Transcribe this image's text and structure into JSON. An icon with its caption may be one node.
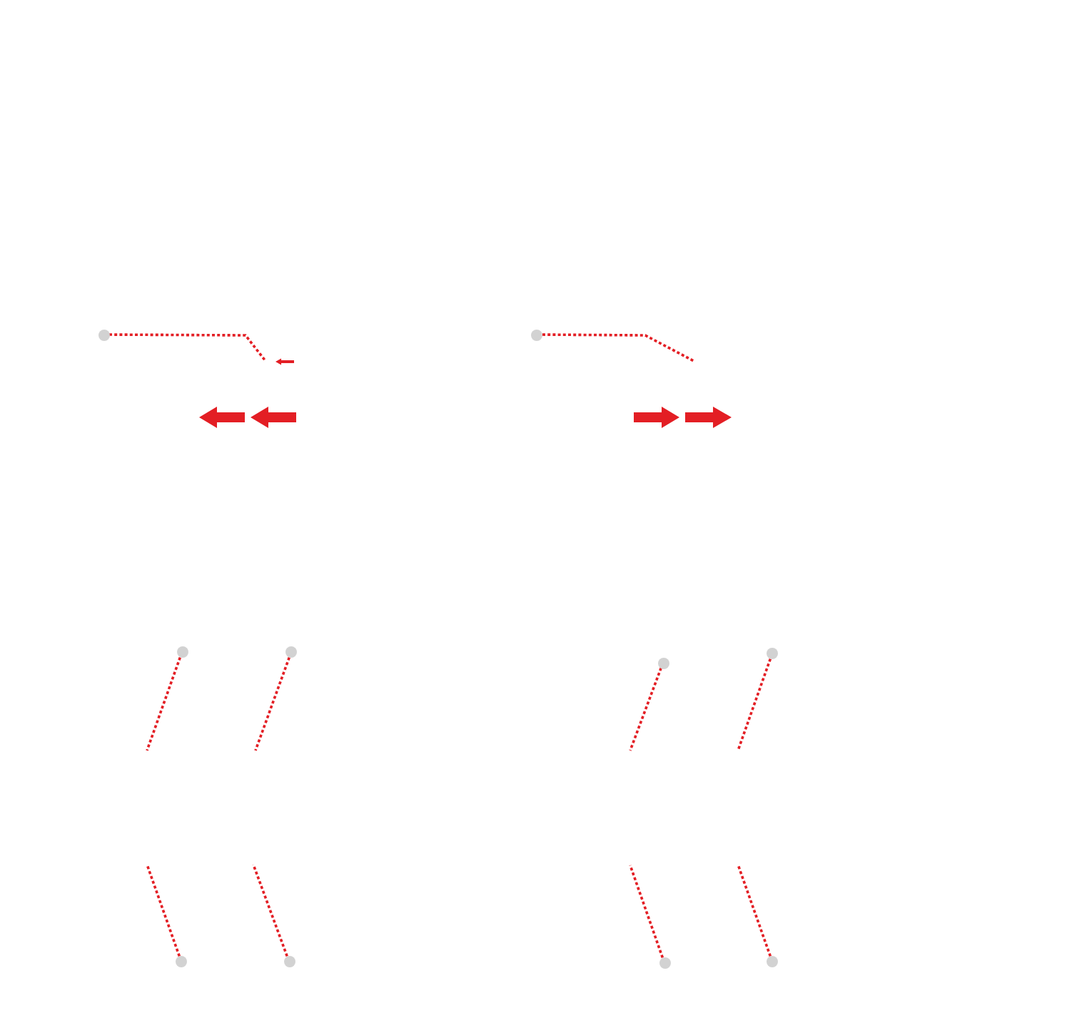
{
  "diagram": {
    "nodes": [
      {
        "text": [],
        "shape": "circle"
      },
      {
        "text": [],
        "shape": "circle"
      },
      {
        "text": [],
        "shape": "circle"
      },
      {
        "text": [],
        "shape": "circle"
      },
      {
        "text": [],
        "shape": "circle"
      },
      {
        "text": [],
        "shape": "circle"
      },
      {
        "text": [],
        "shape": "circle"
      },
      {
        "text": [],
        "shape": "circle"
      },
      {
        "text": [],
        "shape": "circle"
      },
      {
        "text": [],
        "shape": "circle"
      }
    ],
    "edges": [
      {
        "from": 0,
        "to": null,
        "arrow": "none"
      },
      {
        "from": 1,
        "to": null,
        "arrow": "none"
      },
      {
        "from": 2,
        "to": null,
        "arrow": "none"
      },
      {
        "from": 3,
        "to": null,
        "arrow": "none"
      },
      {
        "from": 4,
        "to": null,
        "arrow": "none"
      },
      {
        "from": 5,
        "to": null,
        "arrow": "none"
      },
      {
        "from": 6,
        "to": null,
        "arrow": "none"
      },
      {
        "from": 7,
        "to": null,
        "arrow": "none"
      },
      {
        "from": 8,
        "to": null,
        "arrow": "none"
      },
      {
        "from": 9,
        "to": null,
        "arrow": "none"
      }
    ]
  }
}
